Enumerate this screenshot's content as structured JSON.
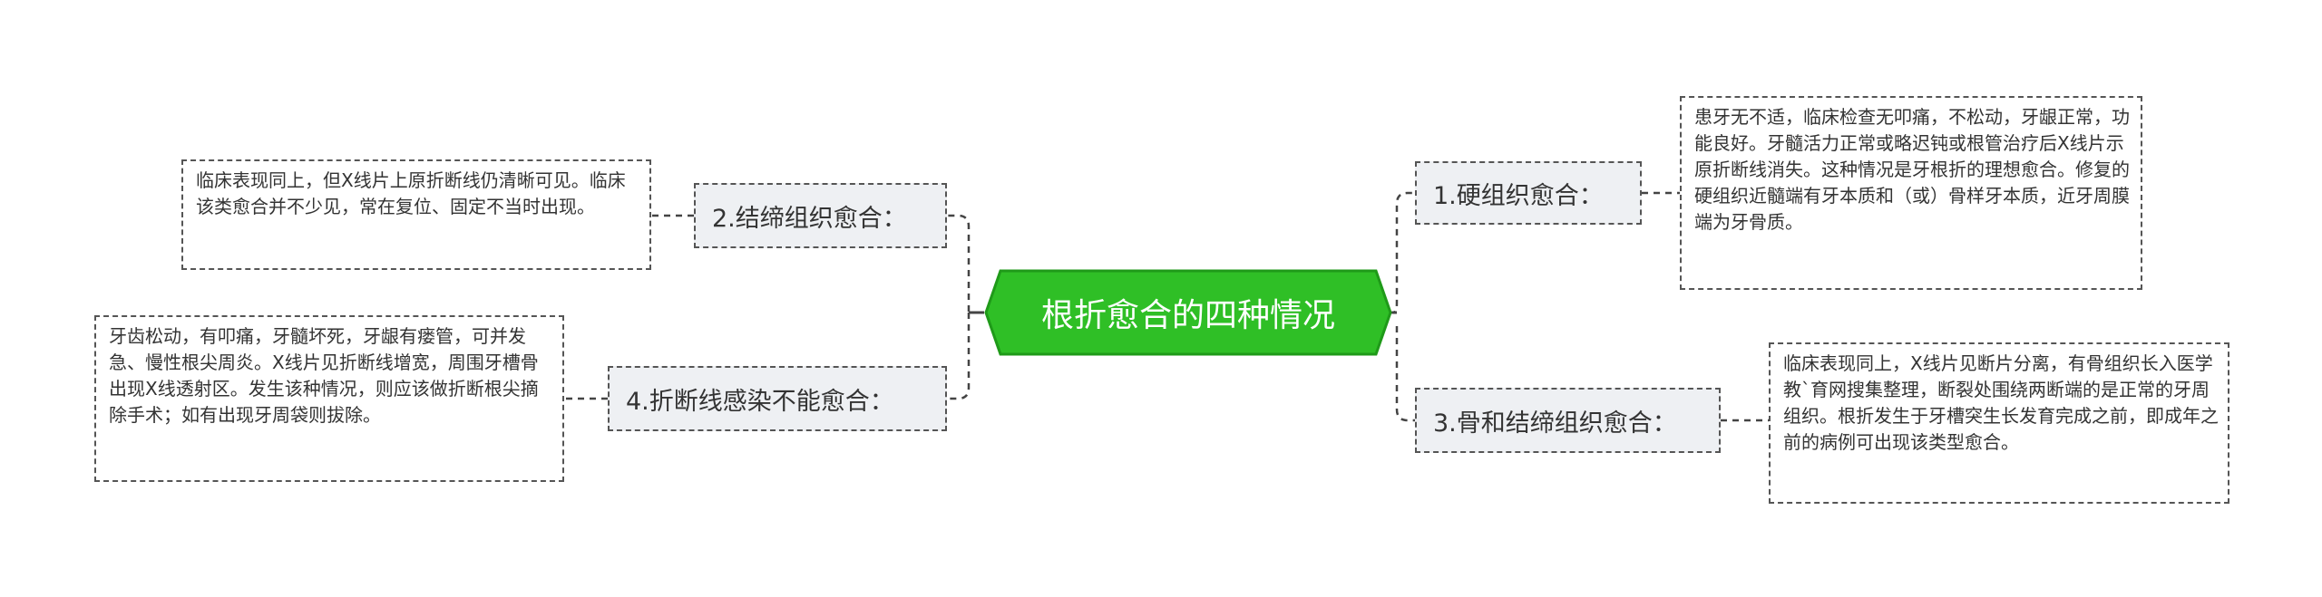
{
  "title": "根折愈合的四种情况",
  "colors": {
    "root_fill": "#2fbf26",
    "root_stroke": "#1f9a19",
    "branch_fill": "#eef0f3",
    "line": "#444444"
  },
  "branches": [
    {
      "label": "1.硬组织愈合：",
      "detail": "患牙无不适，临床检查无叩痛，不松动，牙龈正常，功能良好。牙髓活力正常或略迟钝或根管治疗后X线片示原折断线消失。这种情况是牙根折的理想愈合。修复的硬组织近髓端有牙本质和（或）骨样牙本质，近牙周膜端为牙骨质。"
    },
    {
      "label": "2.结缔组织愈合：",
      "detail": "临床表现同上，但X线片上原折断线仍清晰可见。临床该类愈合并不少见，常在复位、固定不当时出现。"
    },
    {
      "label": "3.骨和结缔组织愈合：",
      "detail": "临床表现同上，X线片见断片分离，有骨组织长入医学教`育网搜集整理，断裂处围绕两断端的是正常的牙周组织。根折发生于牙槽突生长发育完成之前，即成年之前的病例可出现该类型愈合。"
    },
    {
      "label": "4.折断线感染不能愈合：",
      "detail": "牙齿松动，有叩痛，牙髓坏死，牙龈有瘘管，可并发急、慢性根尖周炎。X线片见折断线增宽，周围牙槽骨出现X线透射区。发生该种情况，则应该做折断根尖摘除手术；如有出现牙周袋则拔除。"
    }
  ]
}
